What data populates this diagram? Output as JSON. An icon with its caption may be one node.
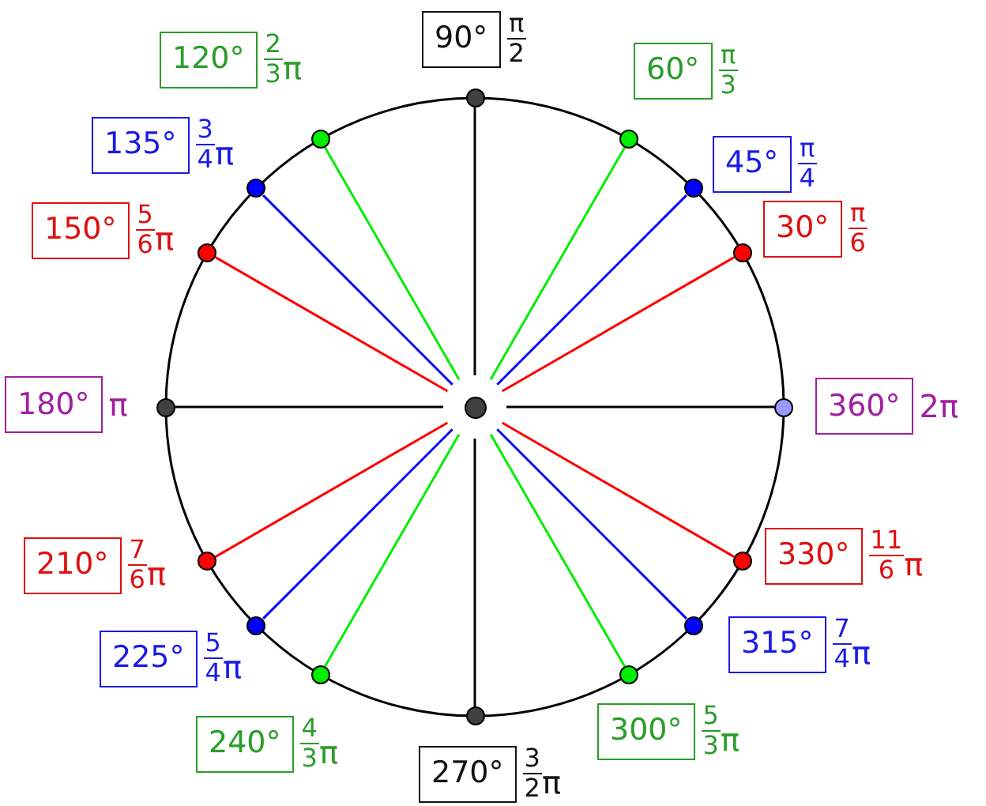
{
  "diagram": {
    "nodes": [
      {
        "text": [
          "30°"
        ],
        "beside": [
          "π",
          "6"
        ]
      },
      {
        "text": [
          "45°"
        ],
        "beside": [
          "π",
          "4"
        ]
      },
      {
        "text": [
          "60°"
        ],
        "beside": [
          "π",
          "3"
        ]
      },
      {
        "text": [
          "90°"
        ],
        "beside": [
          "π",
          "2"
        ]
      },
      {
        "text": [
          "120°"
        ],
        "beside": [
          "2",
          "3",
          "π"
        ]
      },
      {
        "text": [
          "135°"
        ],
        "beside": [
          "3",
          "4",
          "π"
        ]
      },
      {
        "text": [
          "150°"
        ],
        "beside": [
          "5",
          "6",
          "π"
        ]
      },
      {
        "text": [
          "180°"
        ],
        "beside": [
          "π"
        ]
      },
      {
        "text": [
          "210°"
        ],
        "beside": [
          "7",
          "6",
          "π"
        ]
      },
      {
        "text": [
          "225°"
        ],
        "beside": [
          "5",
          "4",
          "π"
        ]
      },
      {
        "text": [
          "240°"
        ],
        "beside": [
          "4",
          "3",
          "π"
        ]
      },
      {
        "text": [
          "270°"
        ],
        "beside": [
          "3",
          "2",
          "π"
        ]
      },
      {
        "text": [
          "300°"
        ],
        "beside": [
          "5",
          "3",
          "π"
        ]
      },
      {
        "text": [
          "315°"
        ],
        "beside": [
          "7",
          "4",
          "π"
        ]
      },
      {
        "text": [
          "330°"
        ],
        "beside": [
          "11",
          "6",
          "π"
        ]
      },
      {
        "text": [
          "360°"
        ],
        "beside": [
          "2π"
        ]
      },
      {
        "text": [],
        "shape": "circle"
      },
      {
        "text": [],
        "shape": "circle"
      },
      {
        "text": [],
        "shape": "circle"
      },
      {
        "text": [],
        "shape": "circle"
      },
      {
        "text": [],
        "shape": "circle"
      },
      {
        "text": [],
        "shape": "circle"
      },
      {
        "text": [],
        "shape": "circle"
      },
      {
        "text": [],
        "shape": "circle"
      },
      {
        "text": [],
        "shape": "circle"
      },
      {
        "text": [],
        "shape": "circle"
      },
      {
        "text": [],
        "shape": "circle"
      },
      {
        "text": [],
        "shape": "circle"
      },
      {
        "text": [],
        "shape": "circle"
      },
      {
        "text": [],
        "shape": "circle"
      },
      {
        "text": [],
        "shape": "circle"
      },
      {
        "text": [],
        "shape": "circle"
      },
      {
        "text": [],
        "shape": "circle"
      }
    ],
    "edges": [
      {
        "from": 16,
        "to": 17,
        "arrow": "none",
        "color": "#ff0000"
      },
      {
        "from": 16,
        "to": 18,
        "arrow": "none",
        "color": "#0000ff"
      },
      {
        "from": 16,
        "to": 19,
        "arrow": "none",
        "color": "#00ee00"
      },
      {
        "from": 16,
        "to": 20,
        "arrow": "none",
        "color": "#000000"
      },
      {
        "from": 16,
        "to": 21,
        "arrow": "none",
        "color": "#00ee00"
      },
      {
        "from": 16,
        "to": 22,
        "arrow": "none",
        "color": "#0000ff"
      },
      {
        "from": 16,
        "to": 23,
        "arrow": "none",
        "color": "#ff0000"
      },
      {
        "from": 16,
        "to": 24,
        "arrow": "none",
        "color": "#000000"
      },
      {
        "from": 16,
        "to": 25,
        "arrow": "none",
        "color": "#ff0000"
      },
      {
        "from": 16,
        "to": 26,
        "arrow": "none",
        "color": "#0000ff"
      },
      {
        "from": 16,
        "to": 27,
        "arrow": "none",
        "color": "#00ee00"
      },
      {
        "from": 16,
        "to": 28,
        "arrow": "none",
        "color": "#000000"
      },
      {
        "from": 16,
        "to": 29,
        "arrow": "none",
        "color": "#00ee00"
      },
      {
        "from": 16,
        "to": 30,
        "arrow": "none",
        "color": "#0000ff"
      },
      {
        "from": 16,
        "to": 31,
        "arrow": "none",
        "color": "#ff0000"
      },
      {
        "from": 16,
        "to": 32,
        "arrow": "none",
        "color": "#000000"
      }
    ]
  }
}
